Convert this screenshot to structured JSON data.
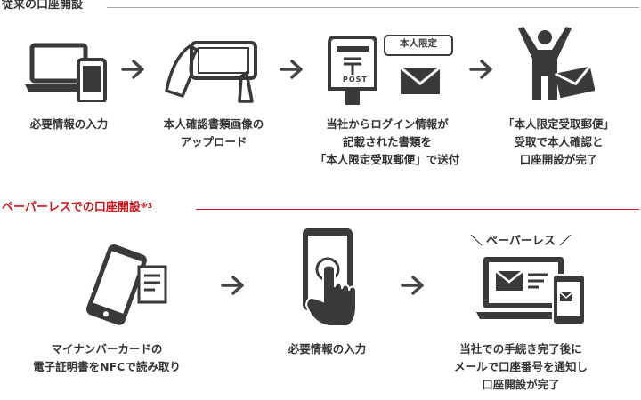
{
  "colors": {
    "traditional": "#555555",
    "paperless": "#c8161d",
    "icon": "#3a3a3a",
    "text": "#333333"
  },
  "traditional": {
    "title": "従来の口座開設",
    "steps": [
      {
        "icon": "laptop-phone-icon",
        "lines": [
          "必要情報の入力"
        ]
      },
      {
        "icon": "smartphone-camera-icon",
        "lines": [
          "本人確認書類画像の",
          "アップロード"
        ]
      },
      {
        "icon": "postbox-mail-icon",
        "tag": "本人限定",
        "post_label": "POST",
        "lines": [
          "当社からログイン情報が",
          "記載された書類を",
          "「本人限定受取郵便」で送付"
        ]
      },
      {
        "icon": "person-mail-icon",
        "lines": [
          "「本人限定受取郵便」",
          "受取で本人確認と",
          "口座開設が完了"
        ]
      }
    ]
  },
  "paperless": {
    "title": "ペーパーレスでの口座開設",
    "note_mark": "※3",
    "steps": [
      {
        "icon": "phone-card-nfc-icon",
        "lines": [
          "マイナンバーカードの",
          "電子証明書をNFCで読み取り"
        ]
      },
      {
        "icon": "phone-tap-icon",
        "lines": [
          "必要情報の入力"
        ]
      },
      {
        "icon": "laptop-phone-mail-icon",
        "caption": "＼ ペーパーレス ／",
        "lines": [
          "当社での手続き完了後に",
          "メールで口座番号を通知し",
          "口座開設が完了"
        ]
      }
    ]
  }
}
